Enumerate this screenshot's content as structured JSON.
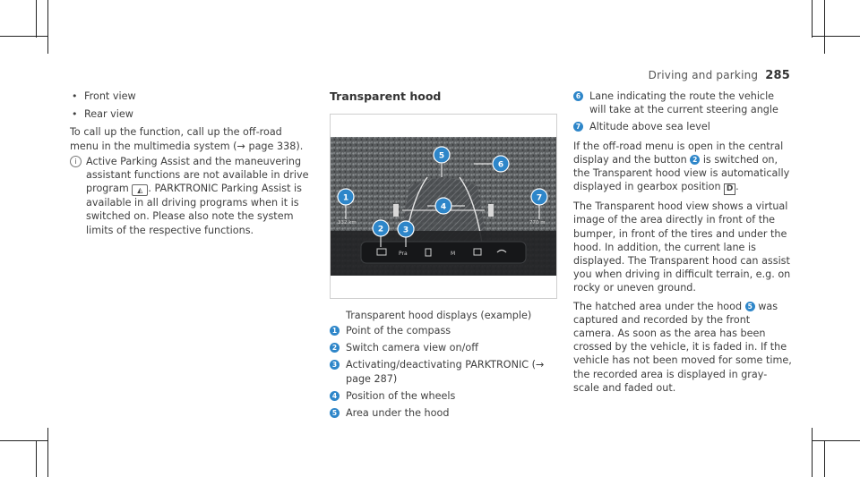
{
  "header": {
    "section": "Driving and parking",
    "page": "285"
  },
  "col1": {
    "bullets": [
      "Front view",
      "Rear view"
    ],
    "intro": "To call up the function, call up the off-road menu in the multimedia system (→ page 338).",
    "note_icon": "info-icon",
    "note_part1": "Active Parking Assist and the maneuvering assistant functions are not available in drive program",
    "note_icon2": "offroad-program-icon",
    "note_part2": ". PARKTRONIC Parking Assist is available in all driving programs when it is switched on. Please also note the system limits of the respective functions."
  },
  "col2": {
    "title": "Transparent hood",
    "figure": {
      "screen_labels": {
        "left_value": "332 km",
        "right_value": "770 m",
        "pra": "Pra",
        "m": "M"
      },
      "callouts": [
        "1",
        "2",
        "3",
        "4",
        "5",
        "6",
        "7"
      ]
    },
    "caption": "Transparent hood displays (example)",
    "items": [
      {
        "n": "1",
        "text": "Point of the compass"
      },
      {
        "n": "2",
        "text": "Switch camera view on/off"
      },
      {
        "n": "3",
        "text": "Activating/deactivating PARKTRONIC (→ page 287)"
      },
      {
        "n": "4",
        "text": "Position of the wheels"
      },
      {
        "n": "5",
        "text": "Area under the hood"
      }
    ]
  },
  "col3": {
    "items": [
      {
        "n": "6",
        "text": "Lane indicating the route the vehicle will take at the current steering angle"
      },
      {
        "n": "7",
        "text": "Altitude above sea level"
      }
    ],
    "p1_a": "If the off-road menu is open in the central display and the button",
    "p1_num": "2",
    "p1_b": "is switched on, the Transparent hood view is automatically displayed in gearbox position",
    "p1_key": "D",
    "p1_c": ".",
    "p2": "The Transparent hood view shows a virtual image of the area directly in front of the bumper, in front of the tires and under the hood. In addition, the current lane is displayed. The Transparent hood can assist you when driving in difficult terrain, e.g. on rocky or uneven ground.",
    "p3_a": "The hatched area under the hood",
    "p3_num": "5",
    "p3_b": "was captured and recorded by the front camera. As soon as the area has been crossed by the vehicle, it is faded in. If the vehicle has not been moved for some time, the recorded area is displayed in gray-scale and faded out."
  },
  "colors": {
    "accent": "#2e86c9",
    "text": "#3f3f3f"
  }
}
